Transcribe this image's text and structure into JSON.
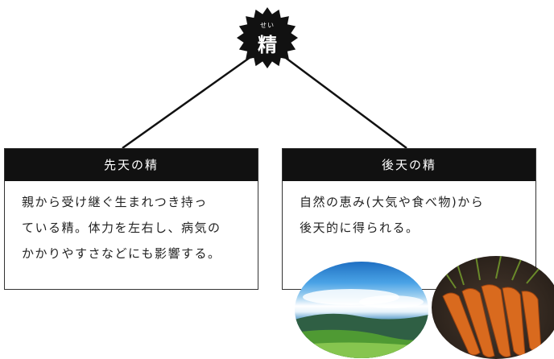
{
  "root": {
    "ruby": "せい",
    "label": "精"
  },
  "branches": [
    {
      "title": "先天の精",
      "body": "親から受け継ぐ生まれつき持っ\nている精。体力を左右し、病気の\nかかりやすさなどにも影響する。"
    },
    {
      "title": "後天の精",
      "body": "自然の恵み(大気や食べ物)から\n後天的に得られる。"
    }
  ],
  "photos": [
    {
      "subject": "sky-and-landscape"
    },
    {
      "subject": "carrots"
    }
  ],
  "colors": {
    "badge": "#111111",
    "header": "#111111",
    "line": "#111111",
    "border": "#333333"
  }
}
